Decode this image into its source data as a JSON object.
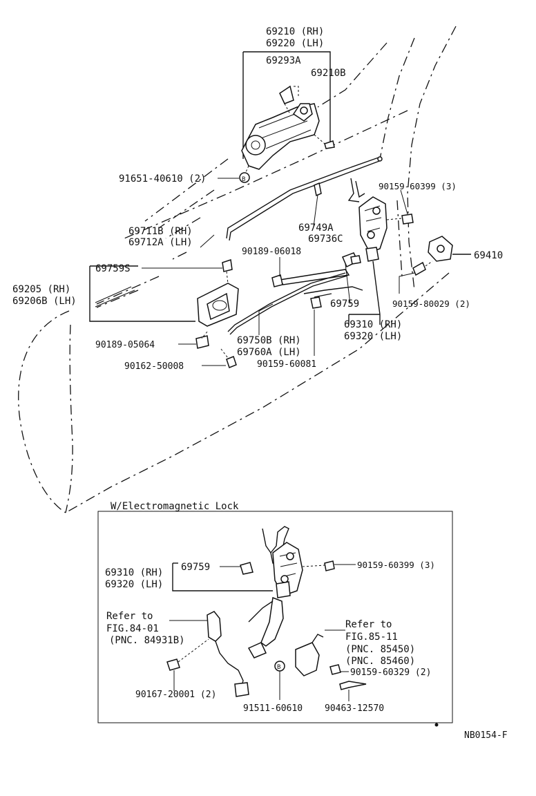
{
  "labels": {
    "p69210": "69210 (RH)",
    "p69220": "69220 (LH)",
    "p69293A": "69293A",
    "p69210B": "69210B",
    "p91651": "91651-40610 (2)",
    "bB1": "B",
    "p90159_60399": "90159-60399 (3)",
    "p69711B": "69711B (RH)",
    "p69712A": "69712A (LH)",
    "p69749A": "69749A",
    "p69736C": "69736C",
    "p90189_06018": "90189-06018",
    "p69410": "69410",
    "p69759S": "69759S",
    "p69205": "69205  (RH)",
    "p69206B": "69206B (LH)",
    "p69759": "69759",
    "p90159_80029": "90159-80029 (2)",
    "p69310": "69310 (RH)",
    "p69320": "69320 (LH)",
    "p69750B": "69750B (RH)",
    "p69760A": "69760A (LH)",
    "p90189_05064": "90189-05064",
    "p90159_60081": "90159-60081",
    "p90162_50008": "90162-50008"
  },
  "inset": {
    "title": "W/Electromagnetic Lock",
    "p69310": "69310 (RH)",
    "p69320": "69320 (LH)",
    "p69759": "69759",
    "p90159_60399": "90159-60399 (3)",
    "refer1_a": "Refer to",
    "refer1_b": "FIG.84-01",
    "refer1_c": "(PNC. 84931B)",
    "refer2_a": "Refer to",
    "refer2_b": "FIG.85-11",
    "refer2_c": "(PNC. 85450)",
    "refer2_d": "(PNC. 85460)",
    "p90159_60329": "90159-60329 (2)",
    "p90167_20001": "90167-20001 (2)",
    "bB2": "B",
    "p91511_60610": "91511-60610",
    "p90463_12570": "90463-12570"
  },
  "footer": {
    "code": "NB0154-F"
  }
}
